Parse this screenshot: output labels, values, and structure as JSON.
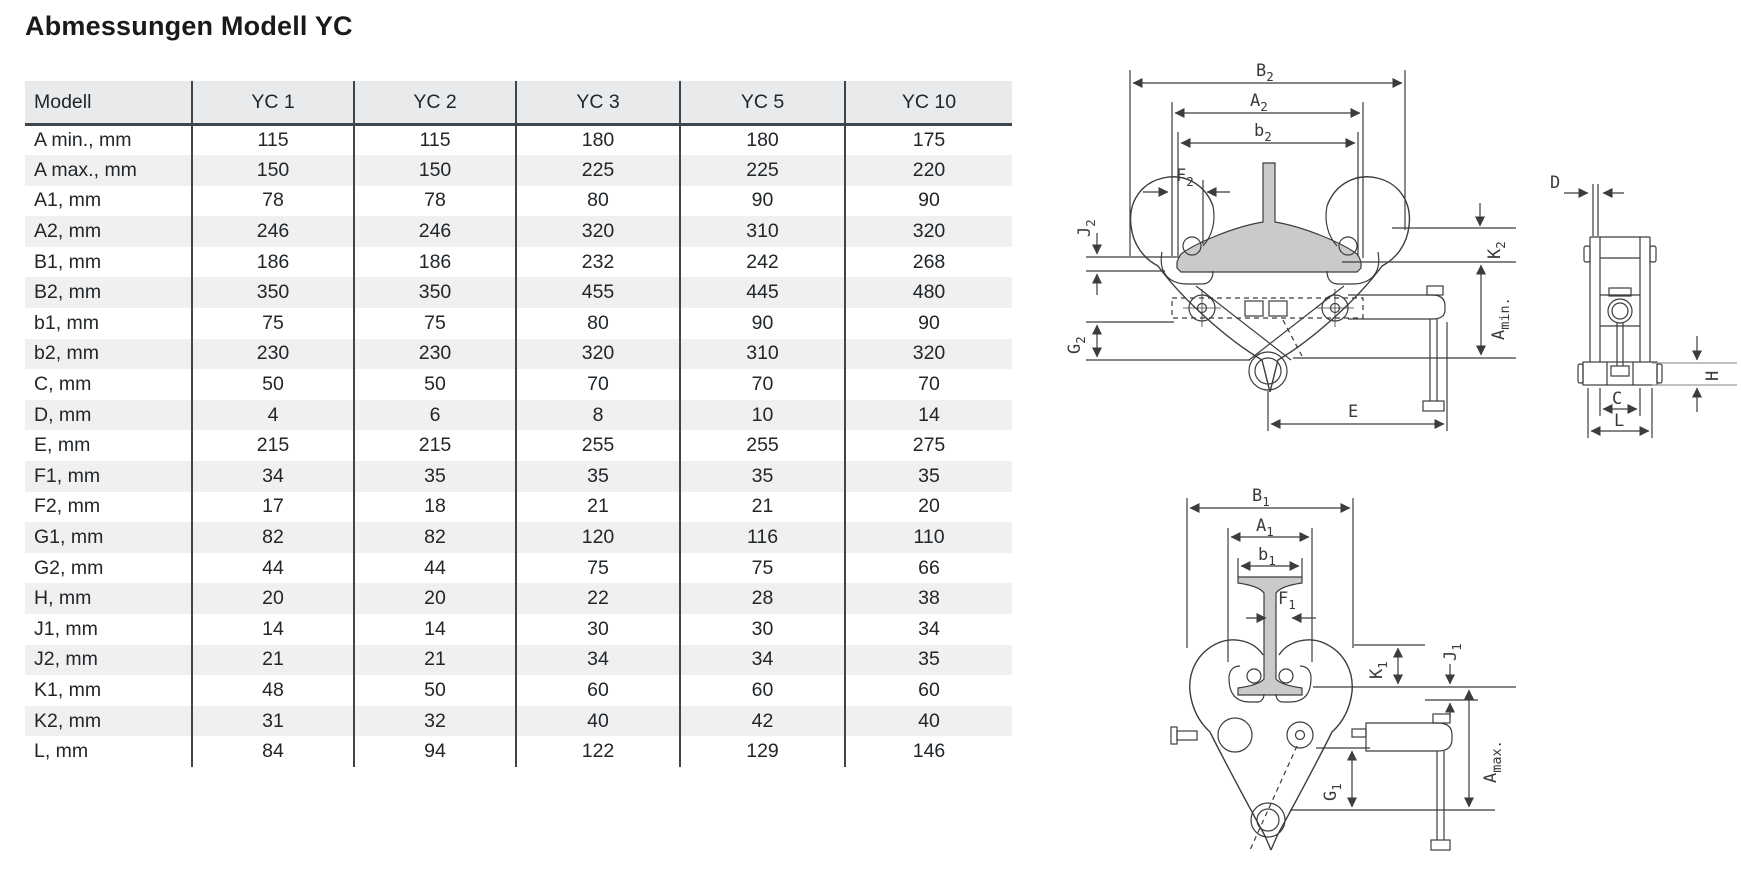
{
  "title": "Abmessungen Modell YC",
  "table": {
    "columns": [
      "Modell",
      "YC 1",
      "YC 2",
      "YC 3",
      "YC 5",
      "YC 10"
    ],
    "rows": [
      {
        "label": "A min., mm",
        "values": [
          115,
          115,
          180,
          180,
          175
        ]
      },
      {
        "label": "A max., mm",
        "values": [
          150,
          150,
          225,
          225,
          220
        ]
      },
      {
        "label": "A1, mm",
        "values": [
          78,
          78,
          80,
          90,
          90
        ]
      },
      {
        "label": "A2, mm",
        "values": [
          246,
          246,
          320,
          310,
          320
        ]
      },
      {
        "label": "B1, mm",
        "values": [
          186,
          186,
          232,
          242,
          268
        ]
      },
      {
        "label": "B2, mm",
        "values": [
          350,
          350,
          455,
          445,
          480
        ]
      },
      {
        "label": "b1, mm",
        "values": [
          75,
          75,
          80,
          90,
          90
        ]
      },
      {
        "label": "b2, mm",
        "values": [
          230,
          230,
          320,
          310,
          320
        ]
      },
      {
        "label": "C, mm",
        "values": [
          50,
          50,
          70,
          70,
          70
        ]
      },
      {
        "label": "D, mm",
        "values": [
          4,
          6,
          8,
          10,
          14
        ]
      },
      {
        "label": "E, mm",
        "values": [
          215,
          215,
          255,
          255,
          275
        ]
      },
      {
        "label": "F1, mm",
        "values": [
          34,
          35,
          35,
          35,
          35
        ]
      },
      {
        "label": "F2, mm",
        "values": [
          17,
          18,
          21,
          21,
          20
        ]
      },
      {
        "label": "G1, mm",
        "values": [
          82,
          82,
          120,
          116,
          110
        ]
      },
      {
        "label": "G2, mm",
        "values": [
          44,
          44,
          75,
          75,
          66
        ]
      },
      {
        "label": "H, mm",
        "values": [
          20,
          20,
          22,
          28,
          38
        ]
      },
      {
        "label": "J1, mm",
        "values": [
          14,
          14,
          30,
          30,
          34
        ]
      },
      {
        "label": "J2, mm",
        "values": [
          21,
          21,
          34,
          34,
          35
        ]
      },
      {
        "label": "K1, mm",
        "values": [
          48,
          50,
          60,
          60,
          60
        ]
      },
      {
        "label": "K2, mm",
        "values": [
          31,
          32,
          40,
          42,
          40
        ]
      },
      {
        "label": "L, mm",
        "values": [
          84,
          94,
          122,
          129,
          146
        ]
      }
    ]
  },
  "diagrams": {
    "front_view_min": {
      "labels": {
        "B2": {
          "base": "B",
          "sub": "2"
        },
        "A2": {
          "base": "A",
          "sub": "2"
        },
        "b2": {
          "base": "b",
          "sub": "2"
        },
        "F2": {
          "base": "F",
          "sub": "2"
        },
        "J2": {
          "base": "J",
          "sub": "2"
        },
        "G2": {
          "base": "G",
          "sub": "2"
        },
        "K2": {
          "base": "K",
          "sub": "2"
        },
        "Amin": {
          "base": "A",
          "sub": "min."
        },
        "E": {
          "base": "E",
          "sub": ""
        }
      }
    },
    "side_view": {
      "labels": {
        "D": {
          "base": "D",
          "sub": ""
        },
        "H": {
          "base": "H",
          "sub": ""
        },
        "C": {
          "base": "C",
          "sub": ""
        },
        "L": {
          "base": "L",
          "sub": ""
        }
      }
    },
    "front_view_max": {
      "labels": {
        "B1": {
          "base": "B",
          "sub": "1"
        },
        "A1": {
          "base": "A",
          "sub": "1"
        },
        "b1": {
          "base": "b",
          "sub": "1"
        },
        "F1": {
          "base": "F",
          "sub": "1"
        },
        "K1": {
          "base": "K",
          "sub": "1"
        },
        "J1": {
          "base": "J",
          "sub": "1"
        },
        "G1": {
          "base": "G",
          "sub": "1"
        },
        "Amax": {
          "base": "A",
          "sub": "max."
        }
      }
    }
  },
  "colors": {
    "table_line": "#3b464d",
    "header_bg": "#e9eaeb",
    "row_alt_bg": "#f0f0f1",
    "drawing_line": "#3c3c3c",
    "beam_fill": "#c9cacb"
  }
}
